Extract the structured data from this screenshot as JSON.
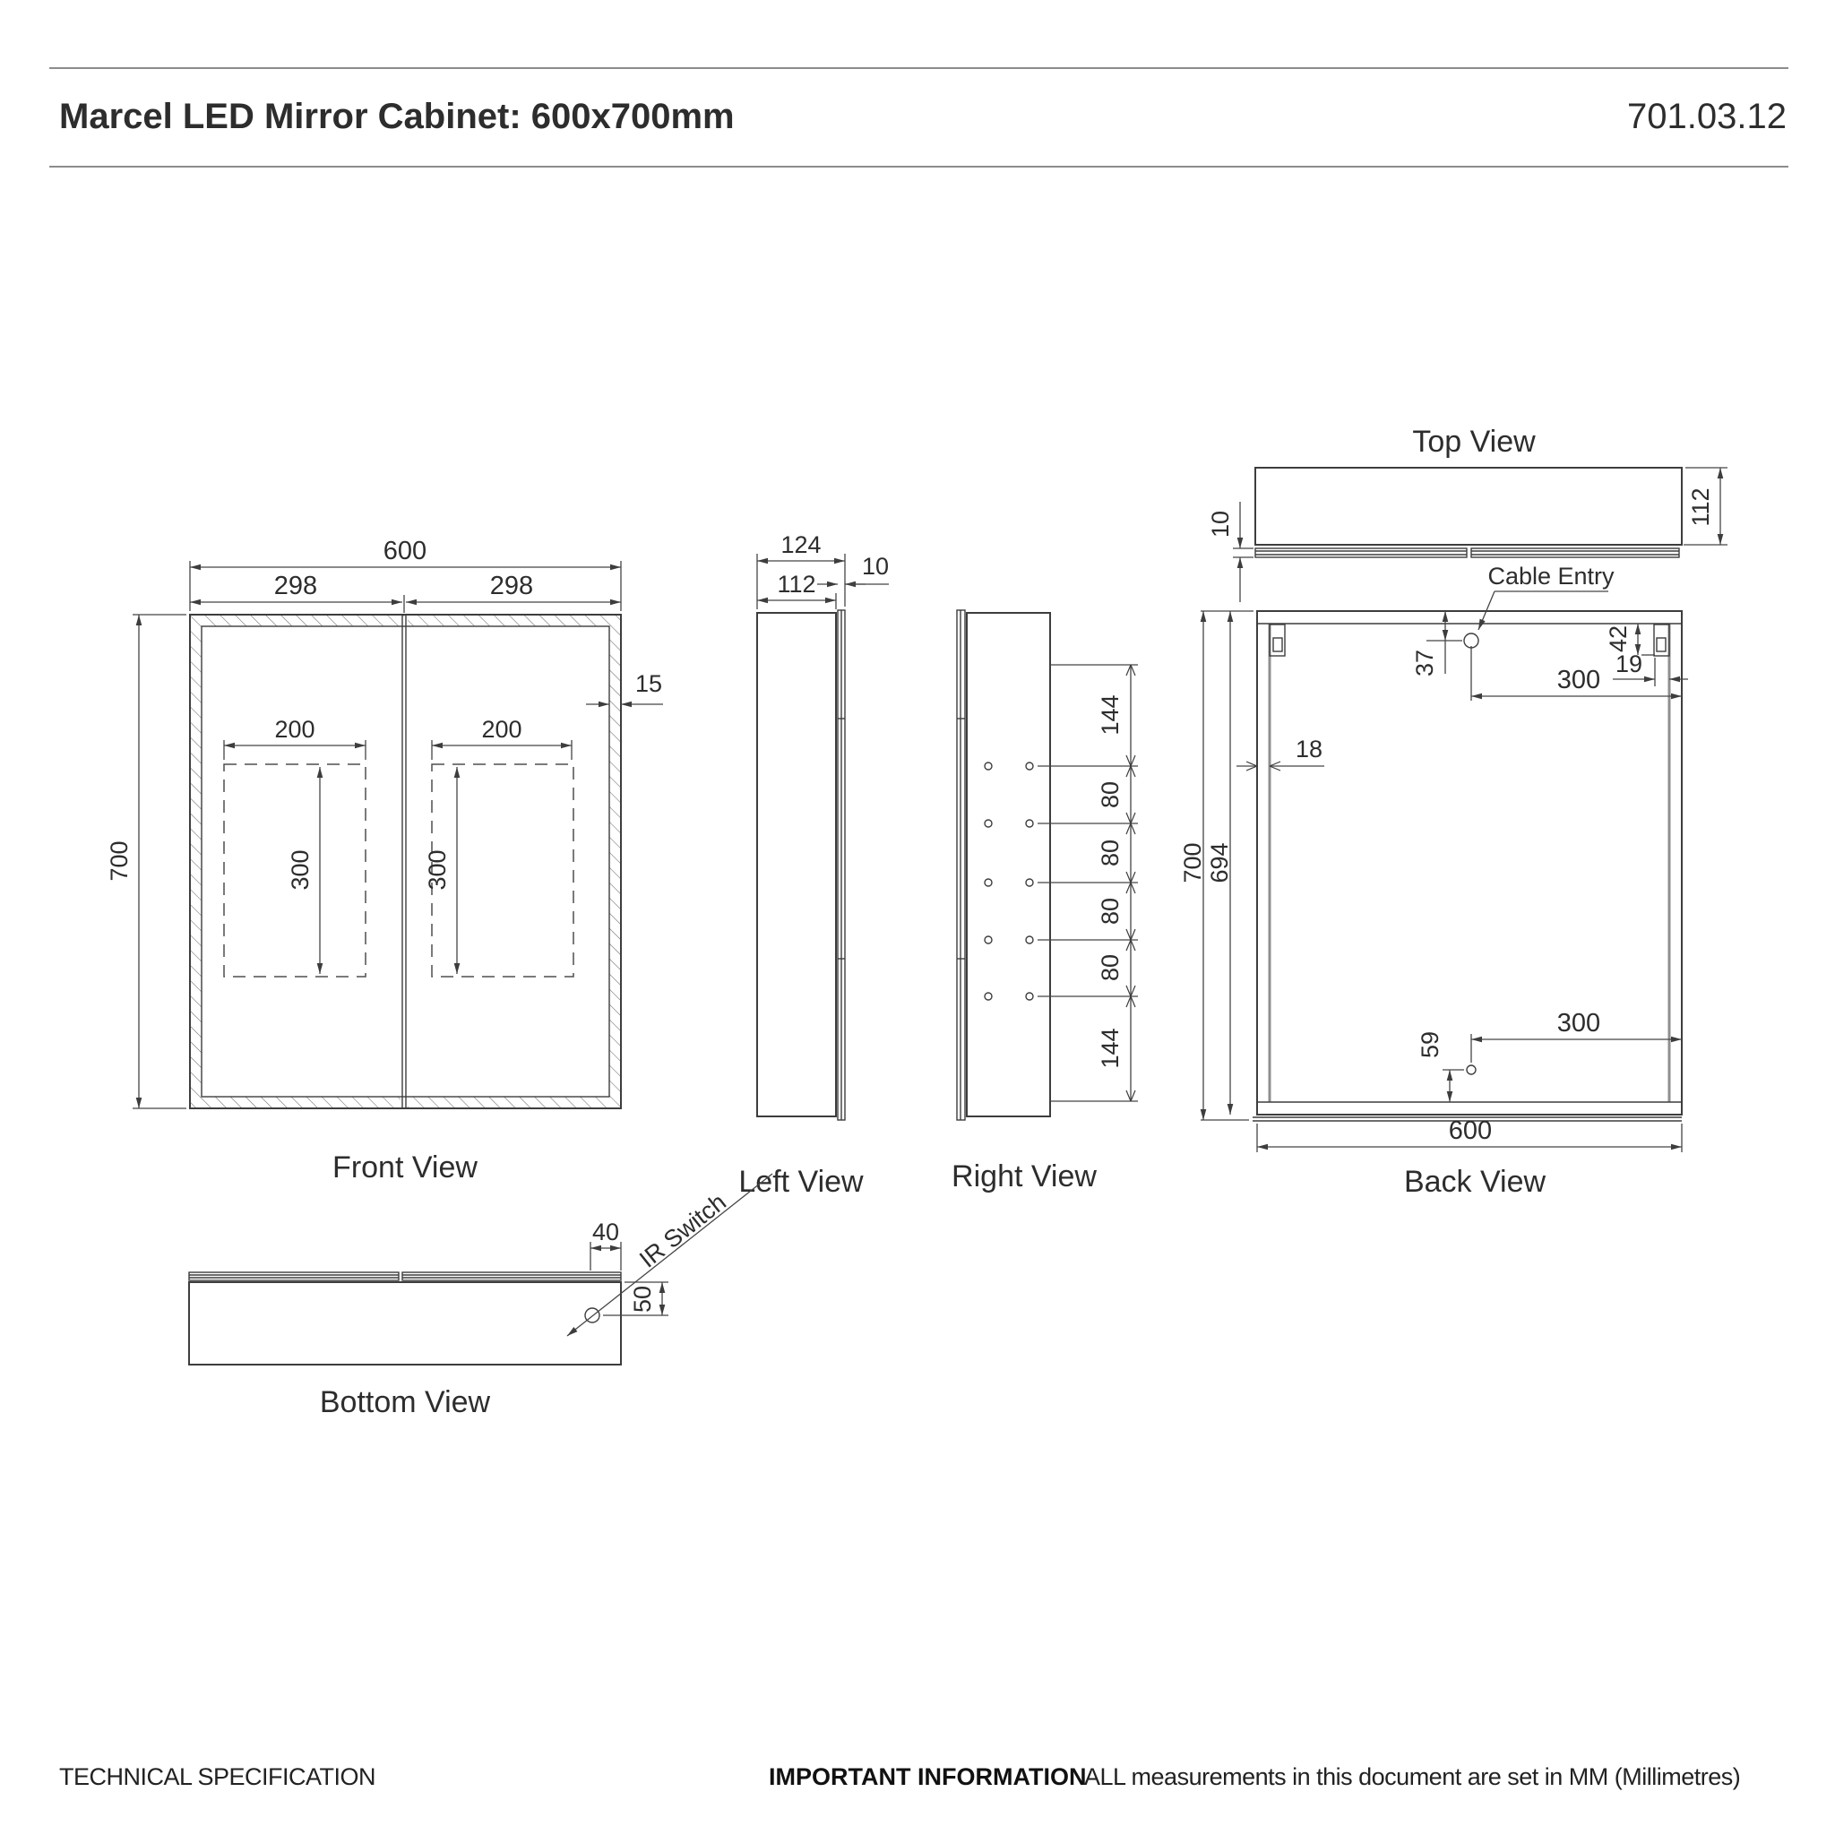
{
  "header": {
    "title": "Marcel LED Mirror Cabinet: 600x700mm",
    "doc_number": "701.03.12"
  },
  "views": {
    "front": {
      "label": "Front View",
      "width_total": "600",
      "width_door_left": "298",
      "width_door_right": "298",
      "frame_width": "15",
      "led_width_left": "200",
      "led_width_right": "200",
      "led_height_left": "300",
      "led_height_right": "300",
      "height_total": "700"
    },
    "left": {
      "label": "Left View",
      "depth_total": "124",
      "depth_body": "112",
      "door_thickness": "10"
    },
    "right": {
      "label": "Right View",
      "hole_chain": [
        "144",
        "80",
        "80",
        "80",
        "80",
        "144"
      ]
    },
    "back": {
      "label": "Back View",
      "cable_entry": "Cable Entry",
      "cable_offset_top": "37",
      "hinge_offset": "42",
      "hinge_inset": "19",
      "cable_offset_right": "300",
      "wall_thickness": "18",
      "height_total": "700",
      "height_body": "694",
      "mount_offset_bottom": "59",
      "mount_offset_right": "300",
      "width_total": "600"
    },
    "top": {
      "label": "Top View",
      "door_thickness": "10",
      "depth_body": "112"
    },
    "bottom": {
      "label": "Bottom View",
      "ir_offset_right": "40",
      "ir_offset_front": "50",
      "ir_switch": "IR Switch"
    }
  },
  "footer": {
    "left": "TECHNICAL SPECIFICATION",
    "important_label": "IMPORTANT INFORMATION",
    "important_text": "ALL measurements in this document are set in MM (Millimetres)"
  }
}
